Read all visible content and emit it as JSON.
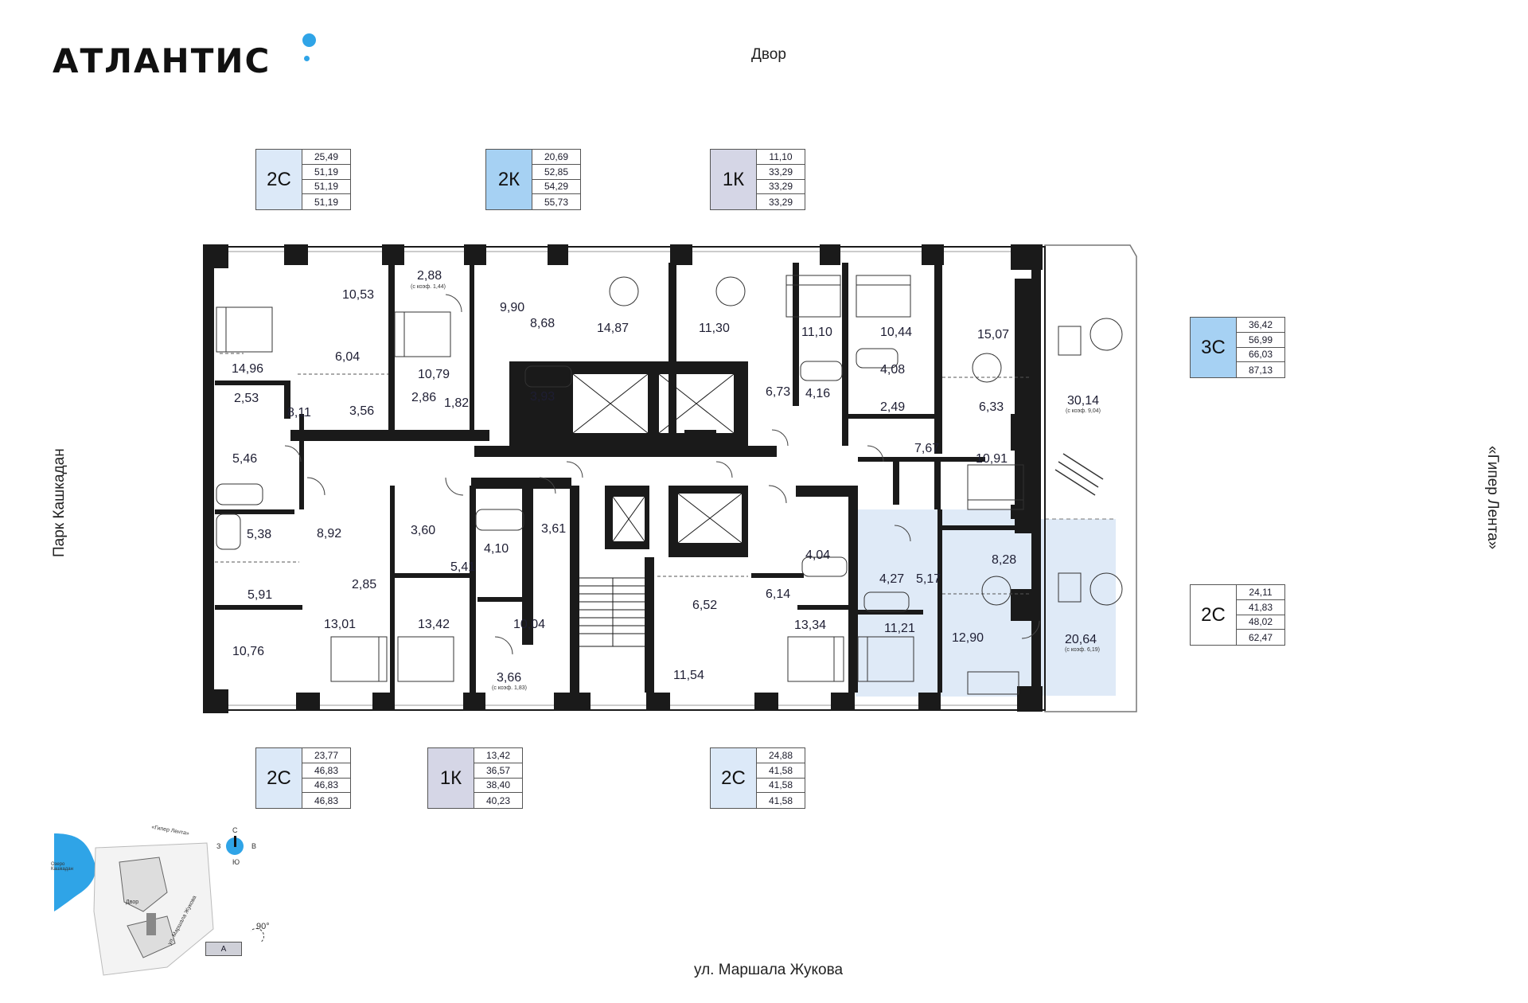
{
  "brand": {
    "name": "АТЛАНТИС",
    "accent": "#2fa4e7"
  },
  "streets": {
    "north": "Двор",
    "south": "ул. Маршала Жукова",
    "west": "Парк Кашкадан",
    "east": "«Гипер Лента»"
  },
  "colors": {
    "wall": "#1a1a1a",
    "highlight": "#dfeaf7",
    "type_2c": "#dce9f8",
    "type_2k": "#a6d1f3",
    "type_1k": "#d5d6e6",
    "type_3c": "#a6d1f3"
  },
  "cards": [
    {
      "type": "2С",
      "values": [
        "25,49",
        "51,19",
        "51,19",
        "51,19"
      ]
    },
    {
      "type": "2К",
      "values": [
        "20,69",
        "52,85",
        "54,29",
        "55,73"
      ]
    },
    {
      "type": "1К",
      "values": [
        "11,10",
        "33,29",
        "33,29",
        "33,29"
      ]
    },
    {
      "type": "3С",
      "values": [
        "36,42",
        "56,99",
        "66,03",
        "87,13"
      ]
    },
    {
      "type": "2С",
      "values": [
        "24,11",
        "41,83",
        "48,02",
        "62,47"
      ]
    },
    {
      "type": "2С",
      "values": [
        "23,77",
        "46,83",
        "46,83",
        "46,83"
      ]
    },
    {
      "type": "1К",
      "values": [
        "13,42",
        "36,57",
        "38,40",
        "40,23"
      ]
    },
    {
      "type": "2С",
      "values": [
        "24,88",
        "41,58",
        "41,58",
        "41,58"
      ]
    }
  ],
  "rooms": [
    "10,53",
    "2,88",
    "9,90",
    "14,87",
    "11,30",
    "11,10",
    "10,44",
    "15,07",
    "14,96",
    "6,04",
    "10,79",
    "8,68",
    "6,73",
    "4,08",
    "6,33",
    "2,53",
    "8,11",
    "3,56",
    "2,86",
    "1,82",
    "3,93",
    "4,16",
    "2,49",
    "30,14",
    "5,46",
    "7,67",
    "10,91",
    "5,38",
    "8,92",
    "3,60",
    "4,10",
    "3,61",
    "8,28",
    "5,91",
    "2,85",
    "5,41",
    "4,04",
    "4,27",
    "5,17",
    "6,52",
    "6,14",
    "10,76",
    "13,01",
    "13,42",
    "10,04",
    "11,54",
    "13,34",
    "11,21",
    "12,90",
    "20,64",
    "3,66"
  ],
  "notes": [
    "(с коэф. 1,44)",
    "(с коэф. 9,04)",
    "(с коэф. 6,19)",
    "(с коэф. 1,83)"
  ],
  "minimap": {
    "lake": "Озеро Кашкадан",
    "road_top": "«Гипер Лента»",
    "yard": "Двор",
    "road": "ул. Маршала Жукова",
    "rotation": "90°",
    "section": "А",
    "compass": {
      "n": "С",
      "s": "Ю",
      "w": "З",
      "e": "В"
    }
  }
}
